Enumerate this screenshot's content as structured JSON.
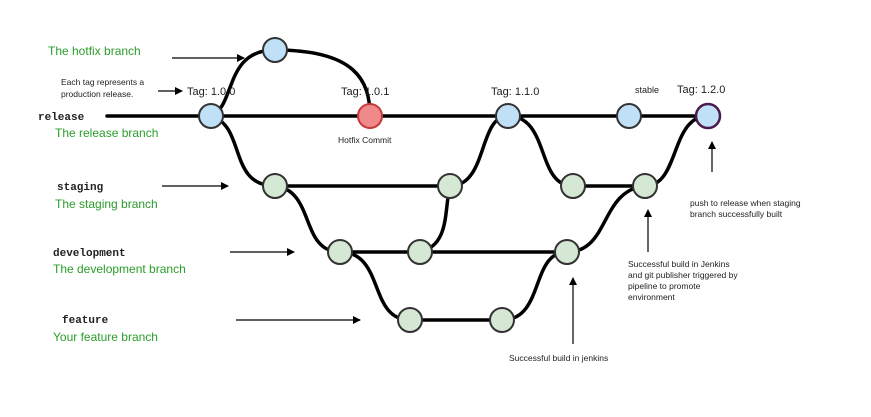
{
  "colors": {
    "line": "#000000",
    "release_node_fill": "#bfe0f7",
    "release_node_stroke": "#333333",
    "hotfix_node_fill": "#f08a8a",
    "hotfix_node_stroke": "#c23b3b",
    "branch_node_fill": "#d5e8d4",
    "branch_node_stroke": "#333333",
    "latest_tag_stroke": "#4a1a4a",
    "branch_description": "#2a9d2a",
    "text": "#222222"
  },
  "branches": {
    "hotfix": {
      "description": "The hotfix branch"
    },
    "release": {
      "name": "release",
      "description": "The release branch"
    },
    "staging": {
      "name": "staging",
      "description": "The staging branch"
    },
    "development": {
      "name": "development",
      "description": "The development branch"
    },
    "feature": {
      "name": "feature",
      "description": "Your feature branch"
    }
  },
  "tags": {
    "t100": "Tag: 1.0.0",
    "t101": "Tag: 1.0.1",
    "t110": "Tag: 1.1.0",
    "stable": "stable",
    "t120": "Tag: 1.2.0"
  },
  "notes": {
    "tag_note_line1": "Each tag represents a",
    "tag_note_line2": "production release.",
    "hotfix_commit": "Hotfix Commit",
    "jenkins_dev": "Successful build in jenkins",
    "jenkins_staging_line1": "Successful build in Jenkins",
    "jenkins_staging_line2": "and git publisher triggered by",
    "jenkins_staging_line3": "pipeline to promote",
    "jenkins_staging_line4": "environment",
    "push_release_line1": "push to release when staging",
    "push_release_line2": "branch successfully built"
  }
}
